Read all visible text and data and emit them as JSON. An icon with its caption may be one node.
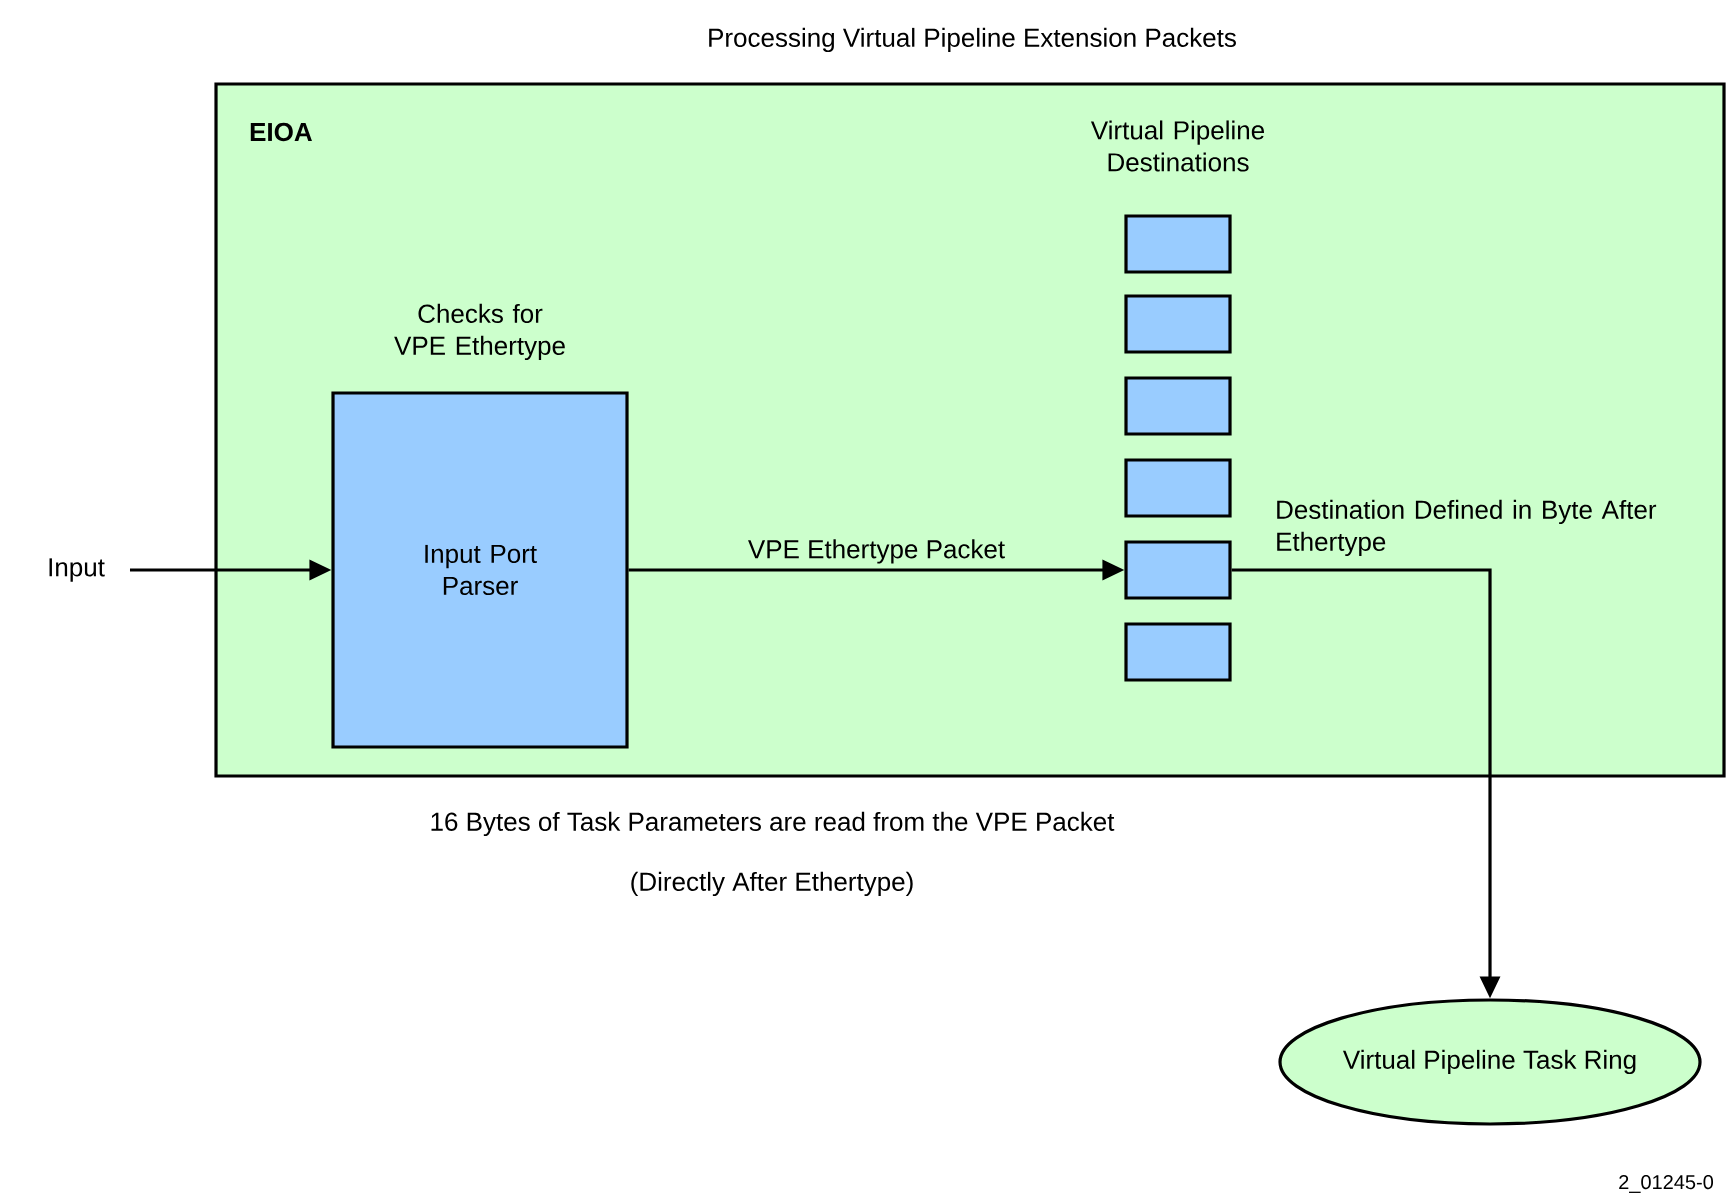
{
  "diagram": {
    "title": "Processing Virtual Pipeline Extension Packets",
    "nodes": [
      {
        "text": [
          "EIOA"
        ]
      },
      {
        "text": [
          "Input"
        ]
      },
      {
        "text": [
          "Checks for VPE Ethertype",
          "Input Port Parser"
        ],
        "in": 0
      },
      {
        "text": [],
        "shape": "box",
        "in": 0
      },
      {
        "text": [],
        "shape": "box",
        "in": 0
      },
      {
        "text": [],
        "shape": "box",
        "in": 0
      },
      {
        "text": [],
        "shape": "box",
        "in": 0
      },
      {
        "text": [],
        "shape": "box",
        "in": 0,
        "beside": [
          "Destination Defined in Byte After Ethertype"
        ]
      },
      {
        "text": [],
        "shape": "box",
        "in": 0
      },
      {
        "text": [
          "Virtual Pipeline Task Ring"
        ]
      }
    ],
    "edges": [
      {
        "from": 1,
        "to": 2,
        "arrow": "to"
      },
      {
        "from": 2,
        "to": 7,
        "arrow": "to",
        "label": "VPE Ethertype Packet"
      },
      {
        "from": 7,
        "to": 9,
        "arrow": "to"
      }
    ],
    "labels": [
      "Virtual Pipeline Destinations",
      "16 Bytes of Task Parameters are read from the VPE Packet",
      "(Directly After Ethertype)",
      "2_01245-0"
    ]
  }
}
